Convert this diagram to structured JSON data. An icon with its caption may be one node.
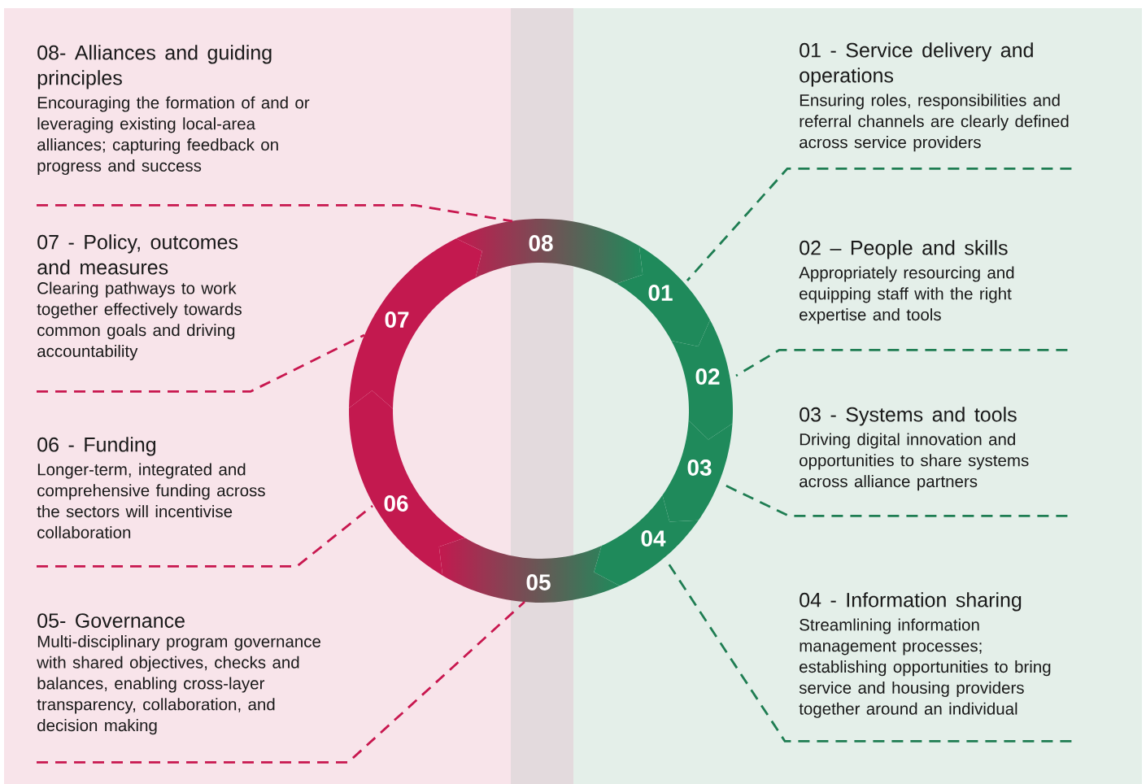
{
  "diagram": {
    "nodes": [
      {
        "text": [
          "01 - Service delivery and operations",
          "Ensuring roles, responsibilities and referral channels are clearly defined across service providers"
        ]
      },
      {
        "text": [
          "02 – People and skills",
          "Appropriately resourcing and equipping staff with the right expertise and tools"
        ]
      },
      {
        "text": [
          "03 - Systems and tools",
          "Driving digital innovation and opportunities to share systems across alliance partners"
        ]
      },
      {
        "text": [
          "04 - Information sharing",
          "Streamlining information management processes; establishing opportunities to bring service and housing providers together around an individual"
        ]
      },
      {
        "text": [
          "05- Governance",
          "Multi-disciplinary program governance with shared objectives, checks and balances, enabling cross-layer transparency, collaboration, and decision making"
        ]
      },
      {
        "text": [
          "06 - Funding",
          "Longer-term, integrated and comprehensive funding across the sectors will incentivise collaboration"
        ]
      },
      {
        "text": [
          "07 - Policy, outcomes and measures",
          "Clearing pathways to work together effectively towards common goals and driving accountability"
        ]
      },
      {
        "text": [
          "08- Alliances and guiding principles",
          "Encouraging the formation of and or leveraging existing local-area alliances; capturing feedback on progress and success"
        ]
      },
      {
        "text": [
          "01"
        ]
      },
      {
        "text": [
          "02"
        ]
      },
      {
        "text": [
          "03"
        ]
      },
      {
        "text": [
          "04"
        ]
      },
      {
        "text": [
          "05"
        ]
      },
      {
        "text": [
          "06"
        ]
      },
      {
        "text": [
          "07"
        ]
      },
      {
        "text": [
          "08"
        ]
      }
    ],
    "edges": [
      {
        "from": 0,
        "to": 8,
        "arrow": "none",
        "style": "dashed",
        "color": "#1e7d52"
      },
      {
        "from": 1,
        "to": 9,
        "arrow": "none",
        "style": "dashed",
        "color": "#1e7d52"
      },
      {
        "from": 2,
        "to": 10,
        "arrow": "none",
        "style": "dashed",
        "color": "#1e7d52"
      },
      {
        "from": 3,
        "to": 11,
        "arrow": "none",
        "style": "dashed",
        "color": "#1e7d52"
      },
      {
        "from": 4,
        "to": 12,
        "arrow": "none",
        "style": "dashed",
        "color": "#c8174f"
      },
      {
        "from": 5,
        "to": 13,
        "arrow": "none",
        "style": "dashed",
        "color": "#c8174f"
      },
      {
        "from": 6,
        "to": 14,
        "arrow": "none",
        "style": "dashed",
        "color": "#c8174f"
      },
      {
        "from": 7,
        "to": 15,
        "arrow": "none",
        "style": "dashed",
        "color": "#c8174f"
      }
    ]
  }
}
